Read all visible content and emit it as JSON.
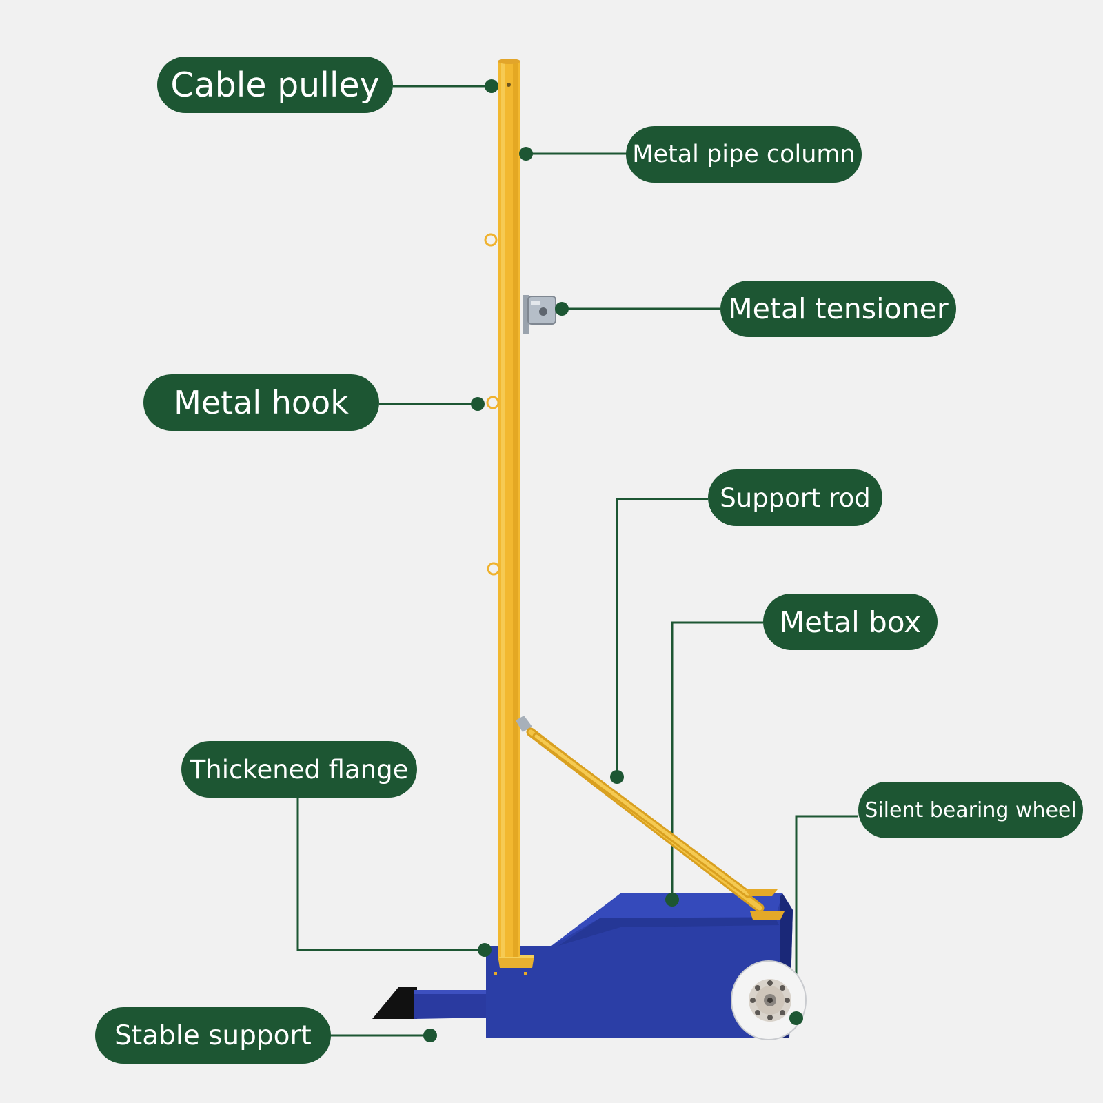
{
  "colors": {
    "background": "#f1f1f1",
    "label_fill": "#1d5633",
    "label_text": "#ffffff",
    "leader_line": "#1d5633",
    "pole": "#f2b830",
    "box": "#2b3ea6",
    "wheel": "#f4f4f4"
  },
  "labels": {
    "cable_pulley": "Cable pulley",
    "metal_pipe_column": "Metal pipe column",
    "metal_tensioner": "Metal tensioner",
    "metal_hook": "Metal hook",
    "support_rod": "Support rod",
    "metal_box": "Metal box",
    "thickened_flange": "Thickened flange",
    "silent_bearing_wheel": "Silent bearing wheel",
    "stable_support": "Stable support"
  }
}
